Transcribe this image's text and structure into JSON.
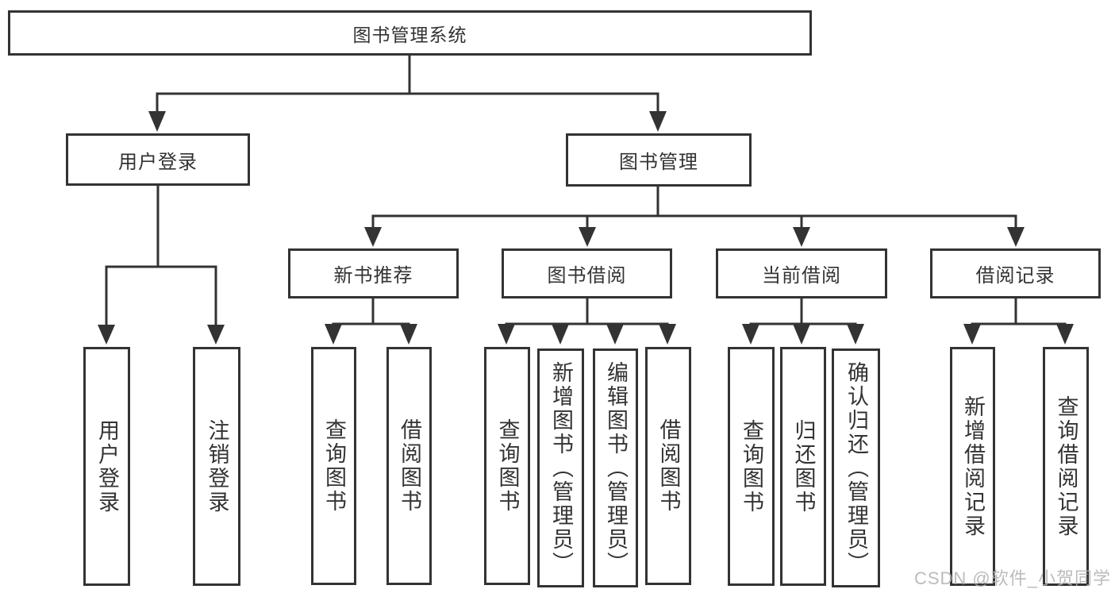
{
  "tree": {
    "root": {
      "label": "图书管理系统"
    },
    "level2": [
      {
        "label": "用户登录"
      },
      {
        "label": "图书管理"
      }
    ],
    "level3": [
      {
        "label": "新书推荐",
        "parent": "图书管理"
      },
      {
        "label": "图书借阅",
        "parent": "图书管理"
      },
      {
        "label": "当前借阅",
        "parent": "图书管理"
      },
      {
        "label": "借阅记录",
        "parent": "图书管理"
      }
    ],
    "leaves": [
      {
        "label": "用户登录",
        "parent": "用户登录"
      },
      {
        "label": "注销登录",
        "parent": "用户登录"
      },
      {
        "label": "查询图书",
        "parent": "新书推荐"
      },
      {
        "label": "借阅图书",
        "parent": "新书推荐"
      },
      {
        "label": "查询图书",
        "parent": "图书借阅"
      },
      {
        "label": "新增图书（管理员）",
        "parent": "图书借阅"
      },
      {
        "label": "编辑图书（管理员）",
        "parent": "图书借阅"
      },
      {
        "label": "借阅图书",
        "parent": "图书借阅"
      },
      {
        "label": "查询图书",
        "parent": "当前借阅"
      },
      {
        "label": "归还图书",
        "parent": "当前借阅"
      },
      {
        "label": "确认归还（管理员）",
        "parent": "当前借阅"
      },
      {
        "label": "新增借阅记录",
        "parent": "借阅记录"
      },
      {
        "label": "查询借阅记录",
        "parent": "借阅记录"
      }
    ]
  },
  "watermark": {
    "text": "CSDN @软件_小贺同学"
  },
  "colors": {
    "line": "#333333",
    "text": "#333333",
    "box_background": "#ffffff",
    "page_background": "#ffffff",
    "watermark": "#b0b0b0"
  }
}
